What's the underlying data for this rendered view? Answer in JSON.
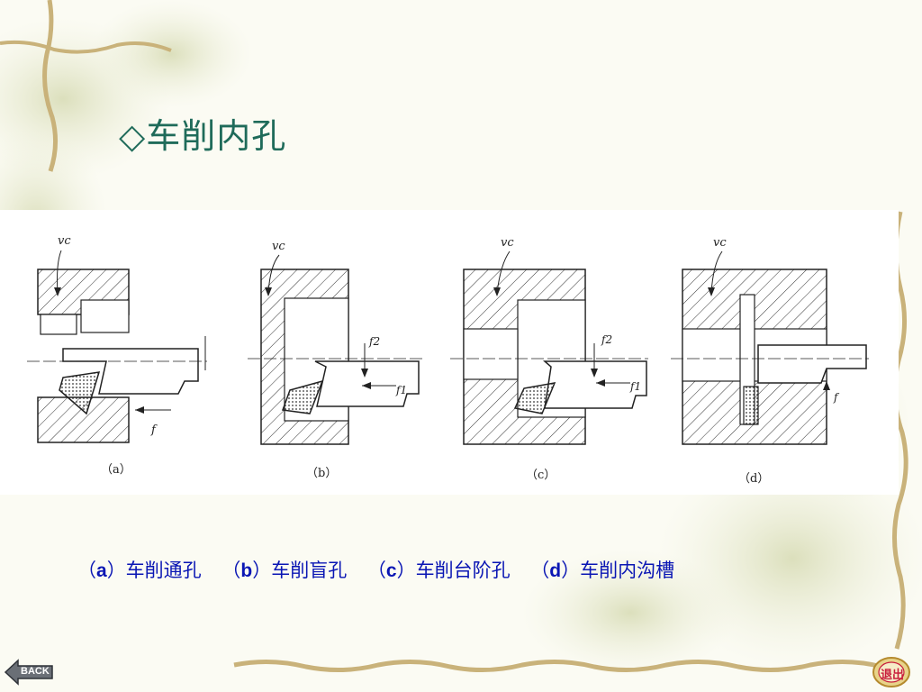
{
  "slide": {
    "title": "◇车削内孔"
  },
  "figure": {
    "panels": [
      {
        "label": "（a）",
        "velocity_label": "vc",
        "feed_labels": [
          "f"
        ]
      },
      {
        "label": "（b）",
        "velocity_label": "vc",
        "feed_labels": [
          "f2",
          "f1"
        ]
      },
      {
        "label": "（c）",
        "velocity_label": "vc",
        "feed_labels": [
          "f2",
          "f1"
        ]
      },
      {
        "label": "（d）",
        "velocity_label": "vc",
        "feed_labels": [
          "f"
        ]
      }
    ]
  },
  "captions": [
    {
      "prefix": "（",
      "letter": "a",
      "suffix": "）车削通孔"
    },
    {
      "prefix": "（",
      "letter": "b",
      "suffix": "）车削盲孔"
    },
    {
      "prefix": "（",
      "letter": "c",
      "suffix": "）车削台阶孔"
    },
    {
      "prefix": "（",
      "letter": "d",
      "suffix": "）车削内沟槽"
    }
  ],
  "nav": {
    "back_label": "BACK",
    "exit_label": "退出"
  },
  "colors": {
    "title": "#1f6b5a",
    "caption": "#0a16b4",
    "vine": "#c9b27a"
  }
}
